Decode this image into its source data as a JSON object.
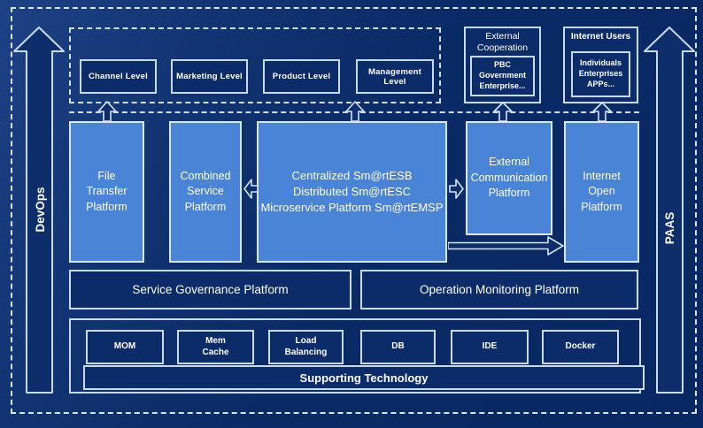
{
  "colors": {
    "background": "#0a2a66",
    "background_highlight": "#1e4286",
    "panel_dark": "#0c2c69",
    "platform_blue": "#4a84d7",
    "border_light": "#d9e6f8",
    "text": "#ffffff"
  },
  "frame": {
    "devops_label": "DevOps",
    "paas_label": "PAAS"
  },
  "levels_panel": {
    "items": [
      "Channel Level",
      "Marketing Level",
      "Product Level",
      "Management Level"
    ]
  },
  "external_cooperation": {
    "title": "External\nCooperation",
    "members": "PBC Government\nEnterprise..."
  },
  "internet_users": {
    "title": "Internet Users",
    "members": "Individuals\nEnterprises\nAPPs..."
  },
  "platforms": {
    "file_transfer": "File\nTransfer\nPlatform",
    "combined_service": "Combined\nService\nPlatform",
    "esb_suite": "Centralized Sm@rtESB\nDistributed Sm@rtESC\nMicroservice Platform Sm@rtEMSP",
    "external_communication": "External\nCommunication\nPlatform",
    "internet_open": "Internet\nOpen\nPlatform"
  },
  "governance": {
    "service": "Service Governance Platform",
    "operation": "Operation Monitoring Platform"
  },
  "supporting": {
    "items": [
      "MOM",
      "Mem\nCache",
      "Load\nBalancing",
      "DB",
      "IDE",
      "Docker"
    ],
    "bar_label": "Supporting Technology"
  }
}
